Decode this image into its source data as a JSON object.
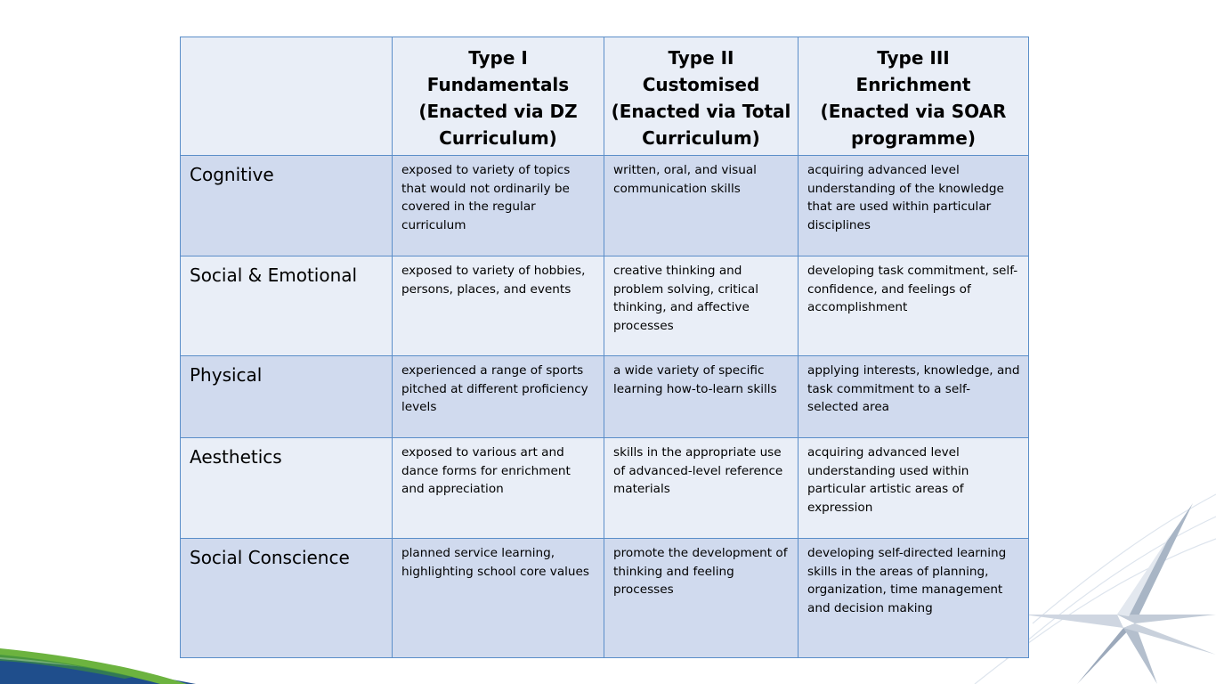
{
  "table": {
    "headers": [
      {
        "lines": []
      },
      {
        "lines": [
          "Type I",
          "Fundamentals",
          "(Enacted via DZ",
          "Curriculum)"
        ]
      },
      {
        "lines": [
          "Type II",
          "Customised",
          "(Enacted via Total",
          "Curriculum)"
        ]
      },
      {
        "lines": [
          "Type III",
          "Enrichment",
          "(Enacted via SOAR",
          "programme)"
        ]
      }
    ],
    "rows": [
      {
        "label": "Cognitive",
        "cells": [
          "exposed to variety of topics that would not ordinarily be covered in the regular curriculum",
          "written, oral, and visual communication skills",
          "acquiring advanced level understanding of the knowledge that are used within particular disciplines"
        ]
      },
      {
        "label": "Social & Emotional",
        "cells": [
          "exposed to variety of hobbies, persons, places, and events",
          "creative thinking and problem solving, critical thinking, and affective processes",
          "developing task commitment, self-confidence, and feelings of accomplishment"
        ]
      },
      {
        "label": "Physical",
        "cells": [
          "experienced a range of sports pitched at different proficiency levels",
          "a wide variety of specific learning how-to-learn skills",
          "applying interests, knowledge, and task commitment to a self-selected area"
        ]
      },
      {
        "label": "Aesthetics",
        "cells": [
          "exposed to various art and dance forms for enrichment and appreciation",
          "skills in the appropriate use of advanced-level reference materials",
          "acquiring advanced level understanding used within particular artistic areas of expression"
        ]
      },
      {
        "label": "Social Conscience",
        "cells": [
          "planned service learning, highlighting school core values",
          "promote the development of thinking and feeling processes",
          "developing self-directed learning skills in the areas of planning, organization, time management and decision making"
        ]
      }
    ]
  },
  "colors": {
    "border": "#5b8ec9",
    "row_dark": "#d0daee",
    "row_light": "#e9eef7",
    "swoosh_green": "#6cb33f",
    "swoosh_blue": "#1f4e8c"
  },
  "decorations": {
    "bottom_left": "green-blue-swoosh",
    "bottom_right": "compass-star-icon"
  }
}
